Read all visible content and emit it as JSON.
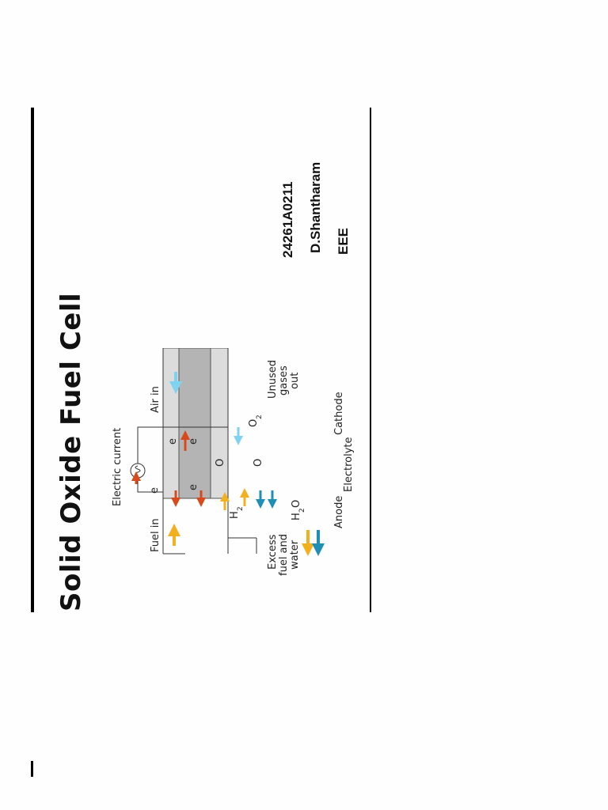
{
  "slide": {
    "title": "Solid Oxide Fuel Cell",
    "student_id": "24261A0211",
    "student_name": "D.Shantharam",
    "department": "EEE"
  },
  "diagram": {
    "electric_current": "Electric current",
    "fuel_in": "Fuel in",
    "air_in": "Air in",
    "excess_fuel_line1": "Excess",
    "excess_fuel_line2": "fuel and",
    "excess_fuel_line3": "water",
    "unused_gases_line1": "Unused",
    "unused_gases_line2": "gases",
    "unused_gases_line3": "out",
    "anode": "Anode",
    "electrolyte": "Electrolyte",
    "cathode": "Cathode",
    "electron": "e",
    "electron_sup": "-",
    "oxide_ion": "O",
    "oxide_sup": "=",
    "h2": "H",
    "h2_sub": "2",
    "h2o_h": "H",
    "h2o_sub": "2",
    "h2o_o": "O",
    "o2": "O",
    "o2_sub": "2",
    "colors": {
      "electron_arrow": "#d84a1b",
      "fuel_arrow": "#f2b01e",
      "water_arrow": "#1f8fb5",
      "air_arrow": "#7fd3f0",
      "anode": "#dcdcdc",
      "electrolyte": "#b4b4b4",
      "cathode": "#dcdcdc"
    }
  }
}
